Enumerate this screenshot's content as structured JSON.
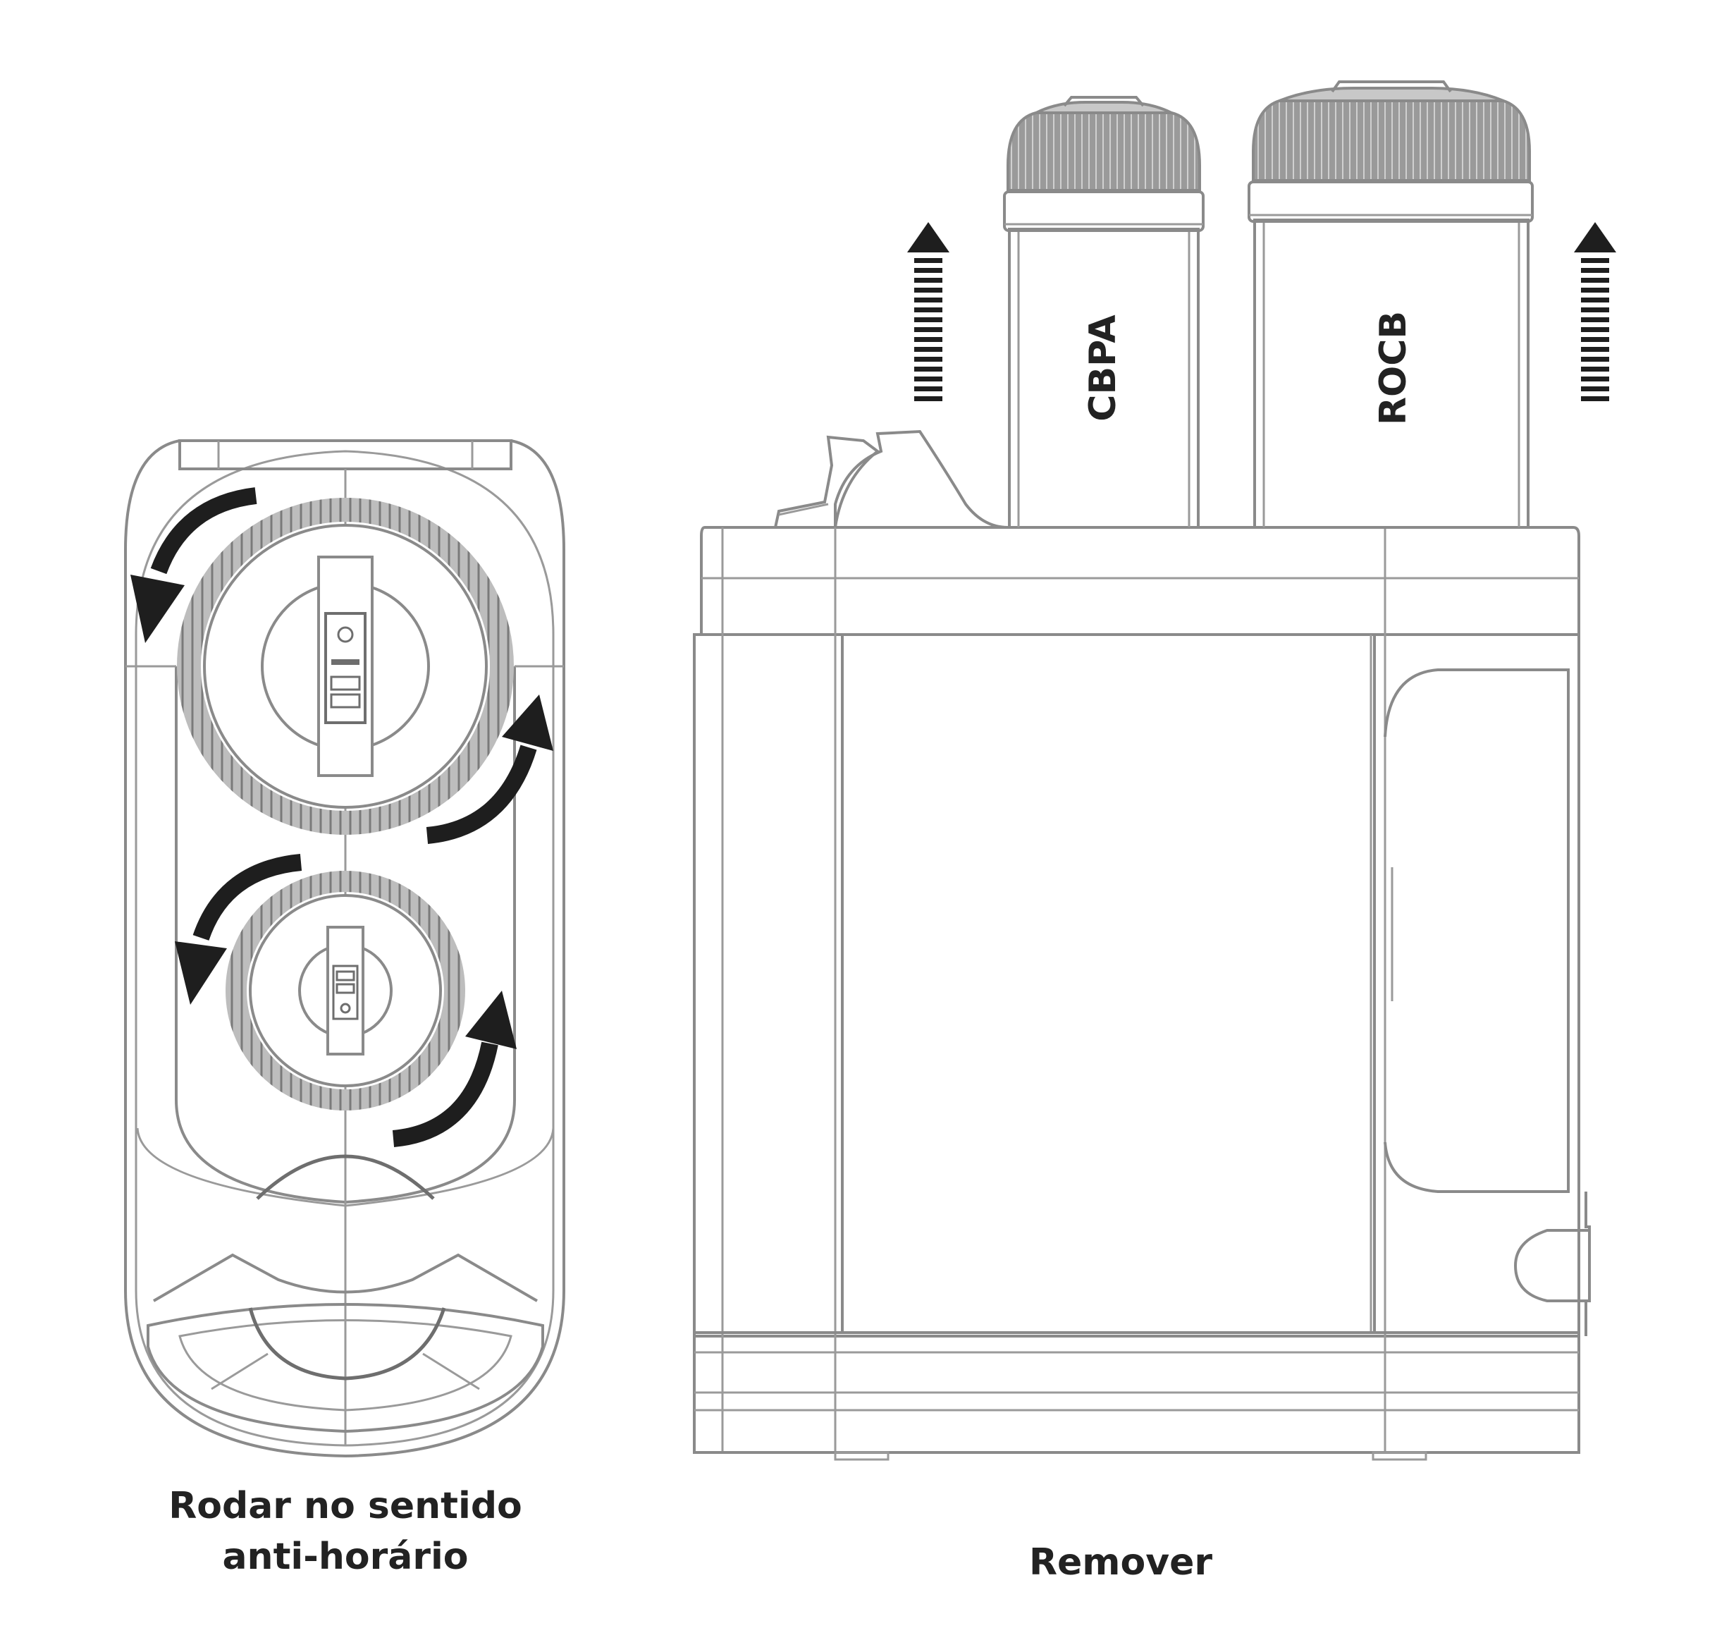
{
  "captions": {
    "left_line1": "Rodar no sentido",
    "left_line2": "anti-horário",
    "right": "Remover"
  },
  "filters": [
    {
      "label": "CBPA"
    },
    {
      "label": "ROCB"
    }
  ],
  "colors": {
    "outline": "#8a8a8a",
    "arrow": "#1e1e1e",
    "cap": "#8c8c8c",
    "text": "#222222"
  }
}
